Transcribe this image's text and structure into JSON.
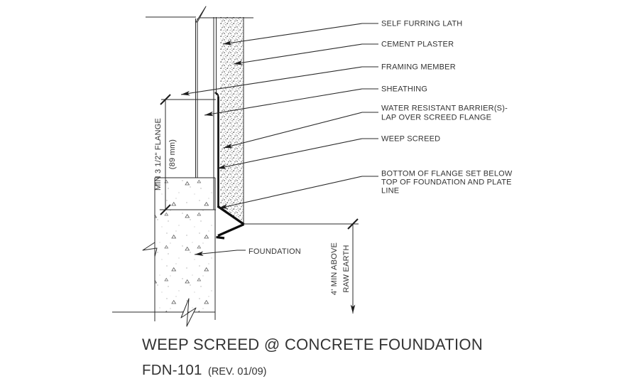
{
  "drawing": {
    "callouts": {
      "self_furring_lath": "SELF FURRING LATH",
      "cement_plaster": "CEMENT PLASTER",
      "framing_member": "FRAMING MEMBER",
      "sheathing": "SHEATHING",
      "water_resistant_barrier_line1": "WATER RESISTANT BARRIER(S)-",
      "water_resistant_barrier_line2": "LAP OVER SCREED FLANGE",
      "weep_screed": "WEEP SCREED",
      "bottom_of_flange_line1": "BOTTOM OF FLANGE SET BELOW",
      "bottom_of_flange_line2": "TOP OF FOUNDATION AND PLATE",
      "bottom_of_flange_line3": "LINE",
      "foundation": "FOUNDATION"
    },
    "dimensions": {
      "flange_height_line1": "MIN 3 1/2\" FLANGE",
      "flange_height_line2": "(89 mm)",
      "earth_clearance_line1": "4' MIN ABOVE",
      "earth_clearance_line2": "RAW EARTH"
    },
    "title_block": {
      "title": "WEEP SCREED @ CONCRETE FOUNDATION",
      "sheet_number": "FDN-101",
      "revision": "(REV. 01/09)"
    },
    "colors": {
      "line": "#2a2a2a",
      "text": "#333333",
      "screed": "#0d0d0d",
      "background": "#ffffff"
    }
  }
}
